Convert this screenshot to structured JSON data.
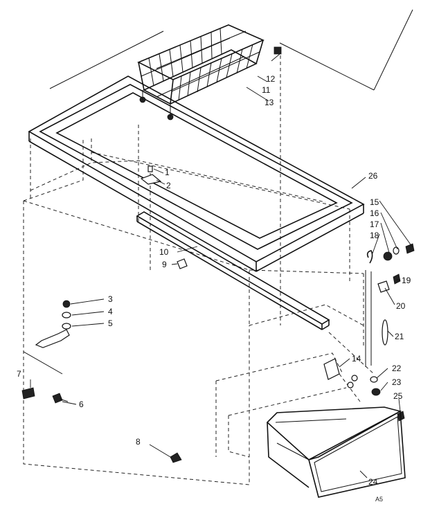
{
  "diagram": {
    "labels": {
      "p1": "1",
      "p2": "2",
      "p3": "3",
      "p4": "4",
      "p5": "5",
      "p6": "6",
      "p7": "7",
      "p8": "8",
      "p9": "9",
      "p10": "10",
      "p11": "11",
      "p12": "12",
      "p13": "13",
      "p14": "14",
      "p15": "15",
      "p16": "16",
      "p17": "17",
      "p18": "18",
      "p19": "19",
      "p20": "20",
      "p21": "21",
      "p22": "22",
      "p23": "23",
      "p24": "24",
      "p25": "25",
      "p26": "26"
    },
    "corner_code": "A5"
  }
}
